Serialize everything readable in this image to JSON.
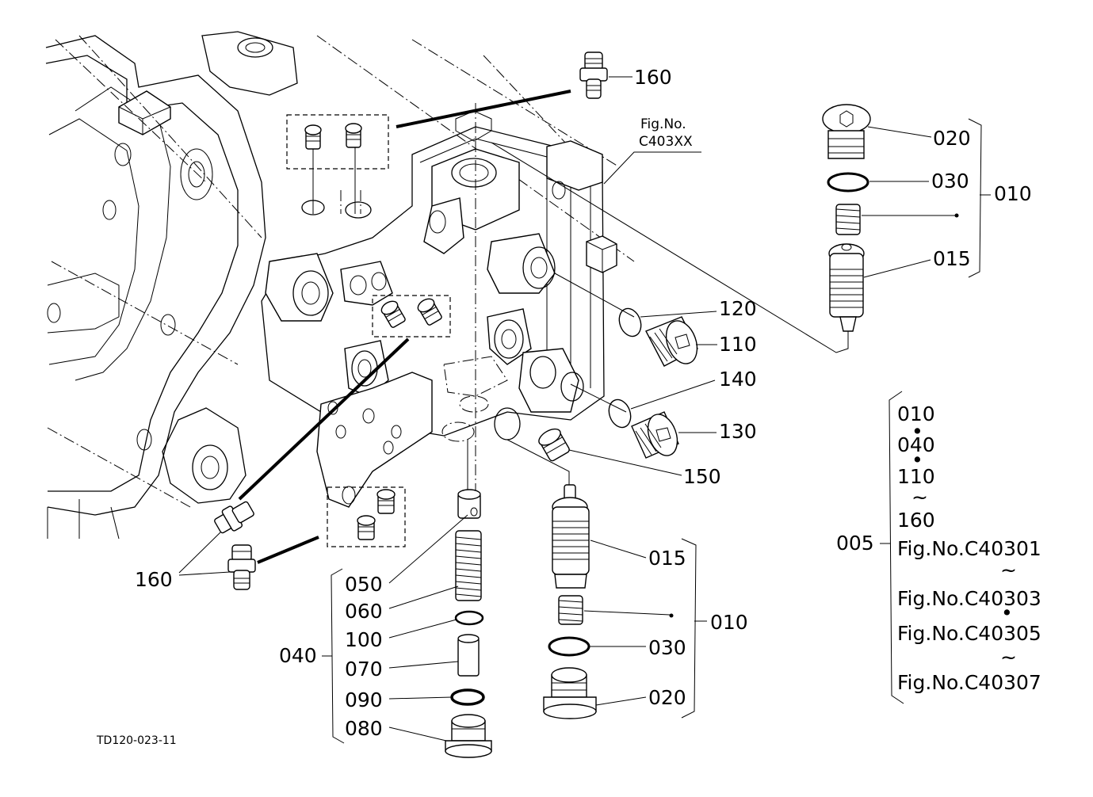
{
  "labels": {
    "p160_top": "160",
    "fig_no_caption": "Fig.No.",
    "fig_no_code": "C403XX",
    "p020_top": "020",
    "p030_top": "030",
    "p010_top": "010",
    "p015_top": "015",
    "p120": "120",
    "p110": "110",
    "p140": "140",
    "p130": "130",
    "p150": "150",
    "p015_bottom": "015",
    "p010_bottom": "010",
    "p030_bottom": "030",
    "p020_bottom": "020",
    "p050": "050",
    "p060": "060",
    "p100": "100",
    "p070": "070",
    "p090": "090",
    "p080": "080",
    "p040": "040",
    "p160_left": "160",
    "drawing_id": "TD120-023-11"
  },
  "legend": {
    "group": "005",
    "items": [
      "010",
      "040",
      "110",
      "160",
      "Fig.No.C40301",
      "Fig.No.C40303",
      "Fig.No.C40305",
      "Fig.No.C40307"
    ],
    "separators": [
      "•",
      "•",
      "~",
      "•",
      "~",
      "•",
      "~"
    ]
  }
}
